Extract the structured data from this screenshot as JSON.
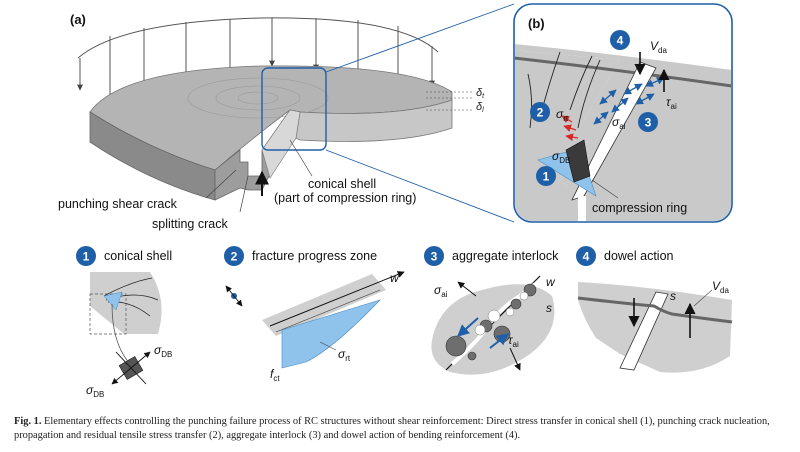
{
  "panel_a": {
    "label": "(a)",
    "delta_t_symbol": "δ",
    "delta_t_sub": "t",
    "delta_l_symbol": "δ",
    "delta_l_sub": "l",
    "punching_shear_crack": "punching shear crack",
    "splitting_crack": "splitting crack",
    "conical_shell": "conical shell",
    "compression_ring_part": "(part of compression ring)"
  },
  "panel_b": {
    "label": "(b)",
    "v_da": "V",
    "v_da_sub": "da",
    "tau_ai": "τ",
    "tau_ai_sub": "ai",
    "sigma_ai": "σ",
    "sigma_ai_sub": "ai",
    "sigma_rt": "σ",
    "sigma_rt_sub": "rt",
    "sigma_db": "σ",
    "sigma_db_sub": "DB",
    "compression_ring": "compression ring",
    "badges": [
      "1",
      "2",
      "3",
      "4"
    ]
  },
  "details": [
    {
      "num": "1",
      "title": "conical shell",
      "sigma": "σ",
      "db_sub": "DB"
    },
    {
      "num": "2",
      "title": "fracture progress zone",
      "w": "w",
      "sigma": "σ",
      "rt_sub": "rt",
      "f": "f",
      "ct_sub": "ct"
    },
    {
      "num": "3",
      "title": "aggregate interlock",
      "sigma": "σ",
      "ai_sub": "ai",
      "w": "w",
      "s": "s",
      "tau": "τ"
    },
    {
      "num": "4",
      "title": "dowel action",
      "s": "s",
      "v": "V",
      "da_sub": "da"
    }
  ],
  "caption": {
    "prefix": "Fig. 1.",
    "text": "Elementary effects controlling the punching failure process of RC structures without shear reinforcement: Direct stress transfer in conical shell (1), punching crack nucleation, propagation and residual tensile stress transfer (2), aggregate interlock (3) and dowel action of bending reinforcement (4)."
  },
  "colors": {
    "badge": "#1f5fa8",
    "frame": "#1f5fa8",
    "slab_top": "#b4b4b4",
    "slab_side": "#8a8a8a",
    "stress_blue": "#8fc3ec",
    "arrow_red": "#d62828"
  }
}
